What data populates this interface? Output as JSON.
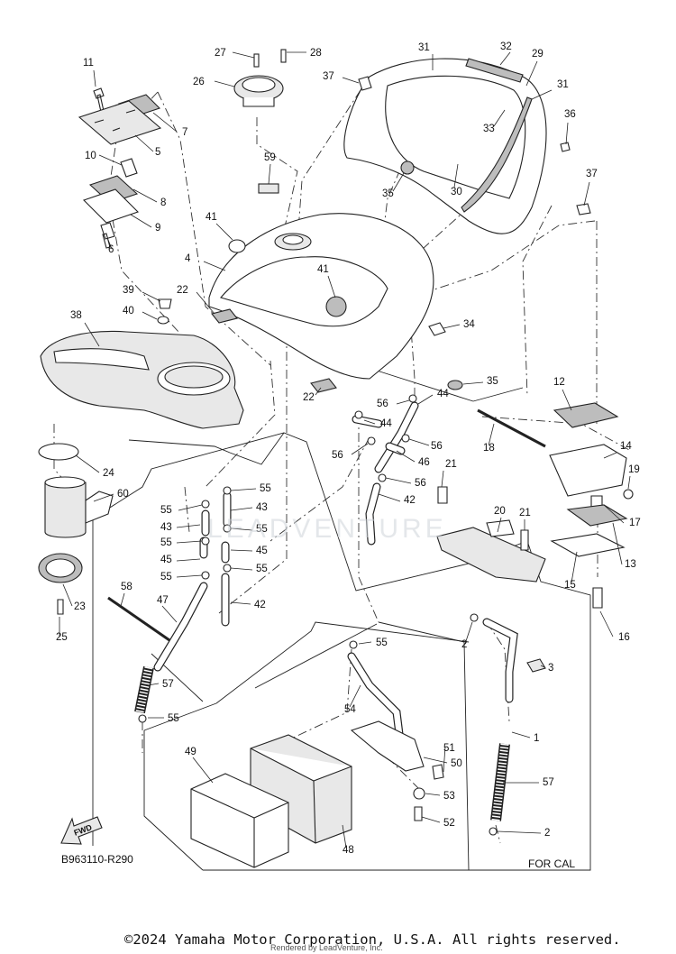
{
  "diagram": {
    "code": "B963110-R290",
    "region_note": "FOR CAL",
    "fwd_label": "FWD",
    "watermark": "LEADVENTURE",
    "copyright": "©2024 Yamaha Motor Corporation, U.S.A. All rights reserved.",
    "render_credit": "Rendered by LeadVenture, Inc."
  },
  "callouts": [
    {
      "id": "c11",
      "label": "11"
    },
    {
      "id": "c7",
      "label": "7"
    },
    {
      "id": "c5",
      "label": "5"
    },
    {
      "id": "c10",
      "label": "10"
    },
    {
      "id": "c8",
      "label": "8"
    },
    {
      "id": "c9",
      "label": "9"
    },
    {
      "id": "c6",
      "label": "6"
    },
    {
      "id": "c27",
      "label": "27"
    },
    {
      "id": "c28",
      "label": "28"
    },
    {
      "id": "c26",
      "label": "26"
    },
    {
      "id": "c31a",
      "label": "31"
    },
    {
      "id": "c32",
      "label": "32"
    },
    {
      "id": "c29",
      "label": "29"
    },
    {
      "id": "c31b",
      "label": "31"
    },
    {
      "id": "c37a",
      "label": "37"
    },
    {
      "id": "c33",
      "label": "33"
    },
    {
      "id": "c36",
      "label": "36"
    },
    {
      "id": "c37b",
      "label": "37"
    },
    {
      "id": "c35a",
      "label": "35"
    },
    {
      "id": "c30",
      "label": "30"
    },
    {
      "id": "c59",
      "label": "59"
    },
    {
      "id": "c41a",
      "label": "41"
    },
    {
      "id": "c4",
      "label": "4"
    },
    {
      "id": "c41b",
      "label": "41"
    },
    {
      "id": "c39",
      "label": "39"
    },
    {
      "id": "c22a",
      "label": "22"
    },
    {
      "id": "c40",
      "label": "40"
    },
    {
      "id": "c38",
      "label": "38"
    },
    {
      "id": "c34",
      "label": "34"
    },
    {
      "id": "c35b",
      "label": "35"
    },
    {
      "id": "c12",
      "label": "12"
    },
    {
      "id": "c56a",
      "label": "56"
    },
    {
      "id": "c44a",
      "label": "44"
    },
    {
      "id": "c44b",
      "label": "44"
    },
    {
      "id": "c22b",
      "label": "22"
    },
    {
      "id": "c56b",
      "label": "56"
    },
    {
      "id": "c56c",
      "label": "56"
    },
    {
      "id": "c46",
      "label": "46"
    },
    {
      "id": "c18",
      "label": "18"
    },
    {
      "id": "c14",
      "label": "14"
    },
    {
      "id": "c19",
      "label": "19"
    },
    {
      "id": "c24",
      "label": "24"
    },
    {
      "id": "c56d",
      "label": "56"
    },
    {
      "id": "c21a",
      "label": "21"
    },
    {
      "id": "c60",
      "label": "60"
    },
    {
      "id": "c42a",
      "label": "42"
    },
    {
      "id": "c55a",
      "label": "55"
    },
    {
      "id": "c55b",
      "label": "55"
    },
    {
      "id": "c43a",
      "label": "43"
    },
    {
      "id": "c43b",
      "label": "43"
    },
    {
      "id": "c55c",
      "label": "55"
    },
    {
      "id": "c55d",
      "label": "55"
    },
    {
      "id": "c20",
      "label": "20"
    },
    {
      "id": "c21b",
      "label": "21"
    },
    {
      "id": "c17",
      "label": "17"
    },
    {
      "id": "c45a",
      "label": "45"
    },
    {
      "id": "c45b",
      "label": "45"
    },
    {
      "id": "c55e",
      "label": "55"
    },
    {
      "id": "c55f",
      "label": "55"
    },
    {
      "id": "c13",
      "label": "13"
    },
    {
      "id": "c15",
      "label": "15"
    },
    {
      "id": "c23",
      "label": "23"
    },
    {
      "id": "c58",
      "label": "58"
    },
    {
      "id": "c42b",
      "label": "42"
    },
    {
      "id": "c47",
      "label": "47"
    },
    {
      "id": "c16",
      "label": "16"
    },
    {
      "id": "c25",
      "label": "25"
    },
    {
      "id": "c2a",
      "label": "2"
    },
    {
      "id": "c55g",
      "label": "55"
    },
    {
      "id": "c3",
      "label": "3"
    },
    {
      "id": "c57a",
      "label": "57"
    },
    {
      "id": "c54",
      "label": "54"
    },
    {
      "id": "c55h",
      "label": "55"
    },
    {
      "id": "c1",
      "label": "1"
    },
    {
      "id": "c51",
      "label": "51"
    },
    {
      "id": "c49",
      "label": "49"
    },
    {
      "id": "c50",
      "label": "50"
    },
    {
      "id": "c57b",
      "label": "57"
    },
    {
      "id": "c53",
      "label": "53"
    },
    {
      "id": "c52",
      "label": "52"
    },
    {
      "id": "c48",
      "label": "48"
    },
    {
      "id": "c2b",
      "label": "2"
    }
  ]
}
